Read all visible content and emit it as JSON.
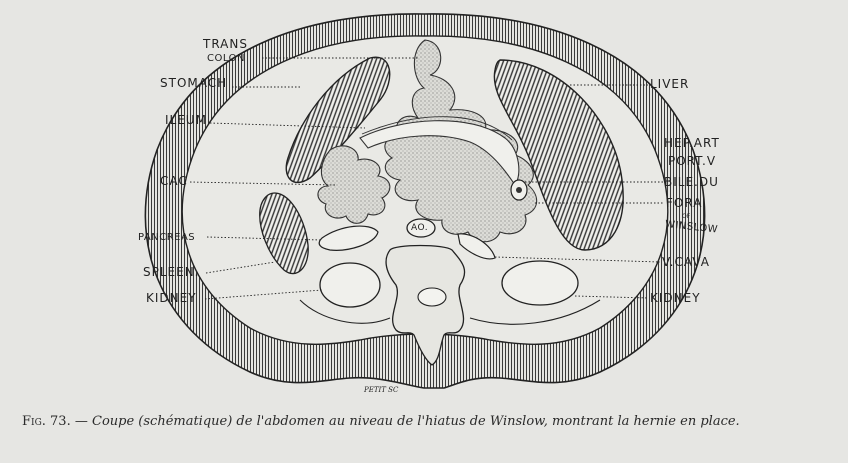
{
  "figure": {
    "labels": {
      "trans": "TRANS",
      "colon": "COLON",
      "stomach": "STOMACH",
      "ileum": "ILEUM",
      "cac": "CAC",
      "pancreas": "PANCREAS",
      "spleen": "SPLEEN.",
      "kidney_left": "KIDNEY",
      "liver": "LIVER",
      "hep_art": "HEP.ART",
      "port_v": "PORT.V",
      "bile_du": "BILE.DU",
      "fora": "FORA",
      "of": "OF",
      "winslow": "WINSLOW",
      "v_cava": "V.CAVA",
      "kidney_right": "KIDNEY",
      "aorta": "AO.",
      "engraver_signature": "PETIT SC"
    },
    "caption": {
      "figure_number": "Fig. 73.",
      "dash": "—",
      "text": "Coupe (schématique) de l'abdomen au niveau de l'hiatus de Winslow, montrant la hernie en place."
    }
  }
}
